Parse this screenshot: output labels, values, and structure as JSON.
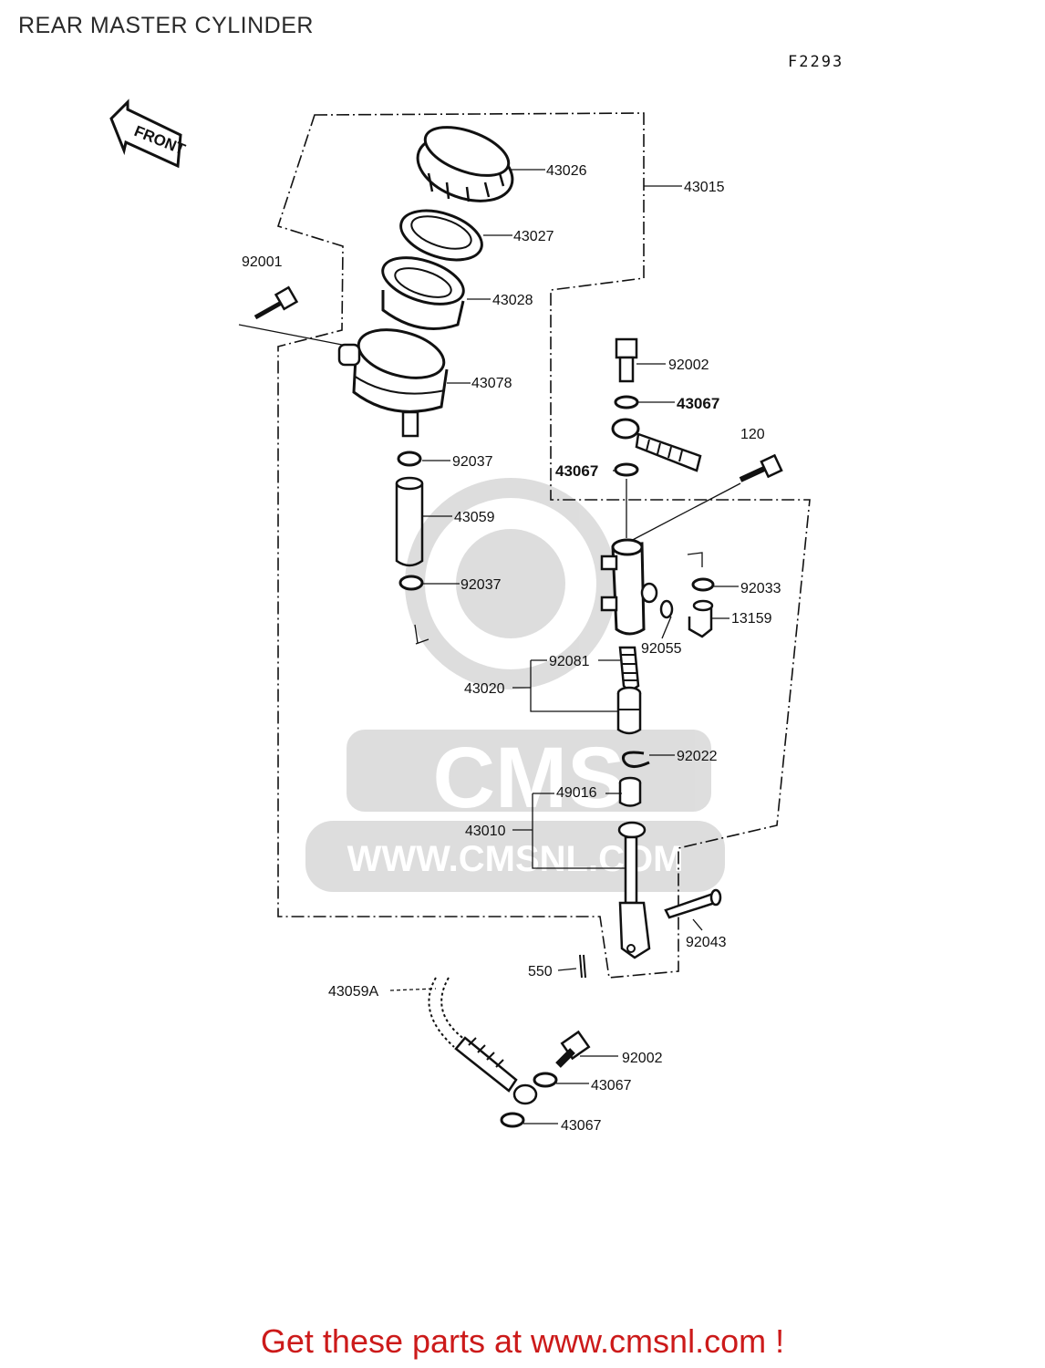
{
  "header": {
    "title": "REAR MASTER CYLINDER",
    "figure_code": "F2293"
  },
  "front_arrow": {
    "label": "FRONT"
  },
  "watermark": {
    "logo": "CMS",
    "url": "WWW.CMSNL.COM"
  },
  "footer": {
    "text": "Get these parts at www.cmsnl.com !",
    "color": "#cc1a1a"
  },
  "labels": {
    "p43026": "43026",
    "p43015": "43015",
    "p43027": "43027",
    "p92001": "92001",
    "p43028": "43028",
    "p43078": "43078",
    "p92002a": "92002",
    "p43067a": "43067",
    "p120": "120",
    "p43067b": "43067",
    "p92037a": "92037",
    "p43059": "43059",
    "p92037b": "92037",
    "p92033": "92033",
    "p13159": "13159",
    "p92055": "92055",
    "p92081": "92081",
    "p43020": "43020",
    "p92022": "92022",
    "p49016": "49016",
    "p43010": "43010",
    "p92043": "92043",
    "p550": "550",
    "p43059A": "43059A",
    "p92002b": "92002",
    "p43067c": "43067",
    "p43067d": "43067"
  }
}
